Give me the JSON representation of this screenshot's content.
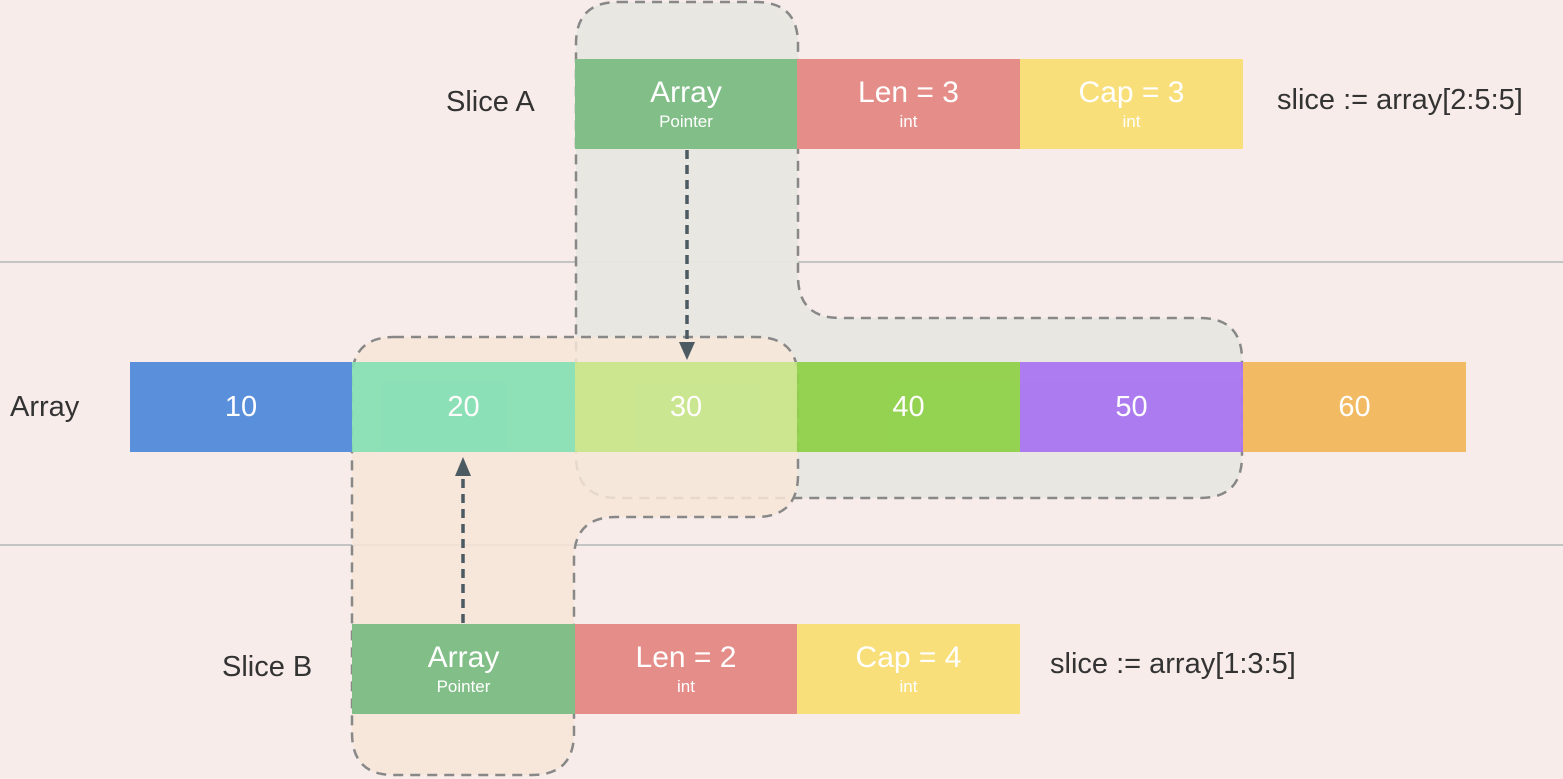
{
  "labels": {
    "slice_a": "Slice A",
    "slice_b": "Slice B",
    "array": "Array"
  },
  "slice_a": {
    "pointer": {
      "title": "Array",
      "sub": "Pointer"
    },
    "len": {
      "title": "Len = 3",
      "sub": "int"
    },
    "cap": {
      "title": "Cap = 3",
      "sub": "int"
    },
    "expr": "slice := array[2:5:5]"
  },
  "slice_b": {
    "pointer": {
      "title": "Array",
      "sub": "Pointer"
    },
    "len": {
      "title": "Len = 2",
      "sub": "int"
    },
    "cap": {
      "title": "Cap = 4",
      "sub": "int"
    },
    "expr": "slice := array[1:3:5]"
  },
  "array": {
    "values": [
      "10",
      "20",
      "30",
      "40",
      "50",
      "60"
    ],
    "colors": [
      "#5a8fdc",
      "#84e0b4",
      "#c8e68a",
      "#90d14a",
      "#a976f0",
      "#f2ba63"
    ]
  },
  "colors": {
    "pointer": "#82bf88",
    "len": "#e58e89",
    "cap": "#f8df7a",
    "region_a": "#e8e7e2",
    "region_b": "#f7e6d8",
    "dash": "#888888",
    "arrow": "#4c5a62",
    "divider": "#c4c4c4"
  }
}
